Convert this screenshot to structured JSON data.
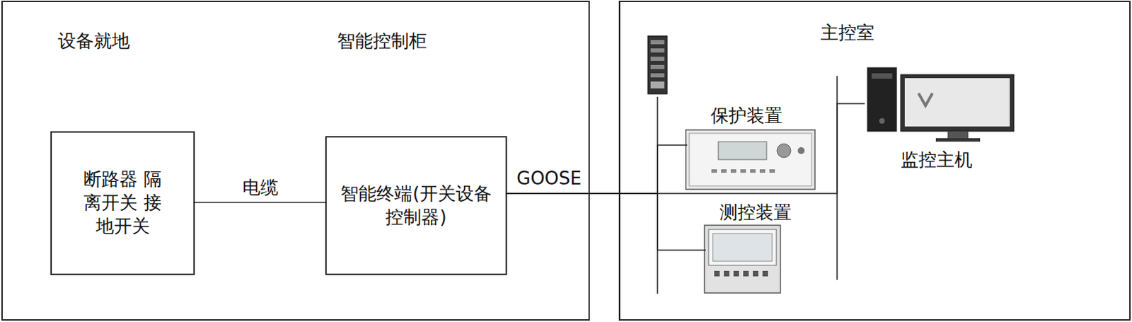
{
  "diagram": {
    "nodes": [
      {
        "text": [
          "设备就地",
          "智能控制柜"
        ]
      },
      {
        "text": [
          "断路器 隔离开关 接地开关"
        ],
        "in": 0
      },
      {
        "text": [
          "智能终端(开关设备控制器)"
        ],
        "in": 0
      },
      {
        "text": [
          "主控室"
        ]
      },
      {
        "text": [
          "保护装置"
        ],
        "in": 3
      },
      {
        "text": [
          "测控装置"
        ],
        "in": 3
      },
      {
        "text": [
          "监控主机"
        ],
        "in": 3
      }
    ],
    "edges": [
      {
        "from": 1,
        "to": 2,
        "label": "电缆",
        "arrow": "none"
      },
      {
        "from": 2,
        "to": 4,
        "label": "GOOSE",
        "arrow": "none"
      },
      {
        "from": 2,
        "to": 5,
        "arrow": "none"
      },
      {
        "from": 2,
        "to": 6,
        "arrow": "none"
      }
    ]
  }
}
